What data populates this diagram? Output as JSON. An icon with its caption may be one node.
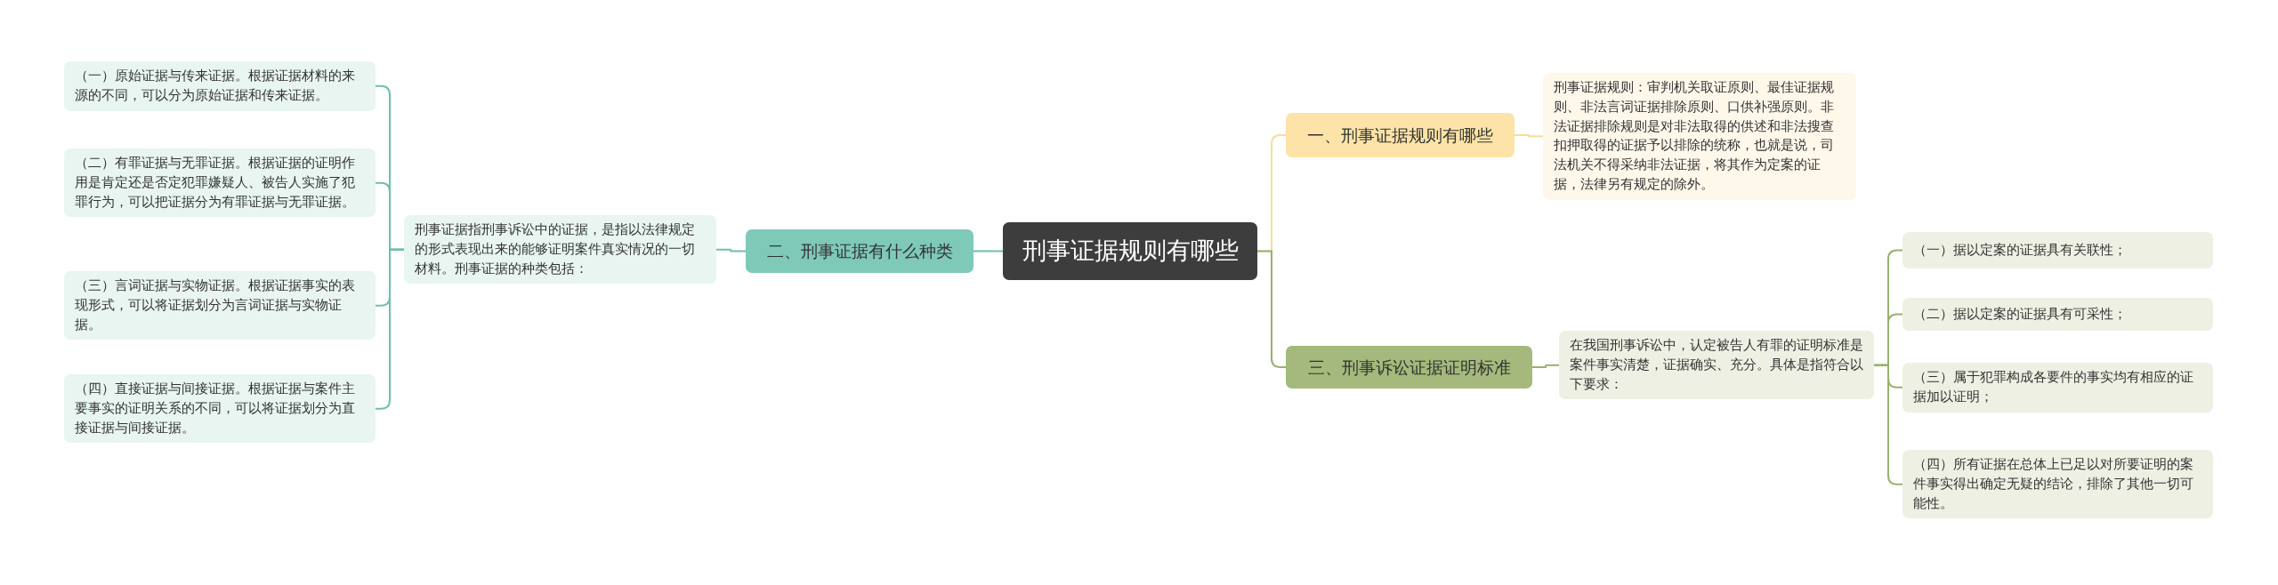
{
  "diagram": {
    "nodes": [
      {
        "text": [
          "刑事证据规则有哪些"
        ]
      },
      {
        "text": [
          "一、刑事证据规则有哪些"
        ]
      },
      {
        "text": [
          "刑事证据规则：审判机关取证原则、最佳证据规则、非法言词证据排除原则、口供补强原则。非法证据排除规则是对非法取得的供述和非法搜查扣押取得的证据予以排除的统称，也就是说，司法机关不得采纳非法证据，将其作为定案的证据，法律另有规定的除外。"
        ]
      },
      {
        "text": [
          "二、刑事证据有什么种类"
        ]
      },
      {
        "text": [
          "刑事证据指刑事诉讼中的证据，是指以法律规定的形式表现出来的能够证明案件真实情况的一切材料。刑事证据的种类包括："
        ]
      },
      {
        "text": [
          "（一）原始证据与传来证据。根据证据材料的来源的不同，可以分为原始证据和传来证据。"
        ]
      },
      {
        "text": [
          "（二）有罪证据与无罪证据。根据证据的证明作用是肯定还是否定犯罪嫌疑人、被告人实施了犯罪行为，可以把证据分为有罪证据与无罪证据。"
        ]
      },
      {
        "text": [
          "（三）言词证据与实物证据。根据证据事实的表现形式，可以将证据划分为言词证据与实物证据。"
        ]
      },
      {
        "text": [
          "（四）直接证据与间接证据。根据证据与案件主要事实的证明关系的不同，可以将证据划分为直接证据与间接证据。"
        ]
      },
      {
        "text": [
          "三、刑事诉讼证据证明标准"
        ]
      },
      {
        "text": [
          "在我国刑事诉讼中，认定被告人有罪的证明标准是案件事实清楚，证据确实、充分。具体是指符合以下要求："
        ]
      },
      {
        "text": [
          "（一）据以定案的证据具有关联性；"
        ]
      },
      {
        "text": [
          "（二）据以定案的证据具有可采性；"
        ]
      },
      {
        "text": [
          "（三）属于犯罪构成各要件的事实均有相应的证据加以证明；"
        ]
      },
      {
        "text": [
          "（四）所有证据在总体上已足以对所要证明的案件事实得出确定无疑的结论，排除了其他一切可能性。"
        ]
      }
    ],
    "edges": [
      {
        "from": 0,
        "to": 1,
        "arrow": "none",
        "color": "#f5dd9a"
      },
      {
        "from": 1,
        "to": 2,
        "arrow": "none",
        "color": "#f5dd9a"
      },
      {
        "from": 0,
        "to": 3,
        "arrow": "none",
        "color": "#6fbfae"
      },
      {
        "from": 3,
        "to": 4,
        "arrow": "none",
        "color": "#6fbfae"
      },
      {
        "from": 4,
        "to": 5,
        "arrow": "none",
        "color": "#6fbfae"
      },
      {
        "from": 4,
        "to": 6,
        "arrow": "none",
        "color": "#6fbfae"
      },
      {
        "from": 4,
        "to": 7,
        "arrow": "none",
        "color": "#6fbfae"
      },
      {
        "from": 4,
        "to": 8,
        "arrow": "none",
        "color": "#6fbfae"
      },
      {
        "from": 0,
        "to": 9,
        "arrow": "none",
        "color": "#9bb06e"
      },
      {
        "from": 9,
        "to": 10,
        "arrow": "none",
        "color": "#9bb06e"
      },
      {
        "from": 10,
        "to": 11,
        "arrow": "none",
        "color": "#9bb06e"
      },
      {
        "from": 10,
        "to": 12,
        "arrow": "none",
        "color": "#9bb06e"
      },
      {
        "from": 10,
        "to": 13,
        "arrow": "none",
        "color": "#9bb06e"
      },
      {
        "from": 10,
        "to": 14,
        "arrow": "none",
        "color": "#9bb06e"
      }
    ]
  }
}
